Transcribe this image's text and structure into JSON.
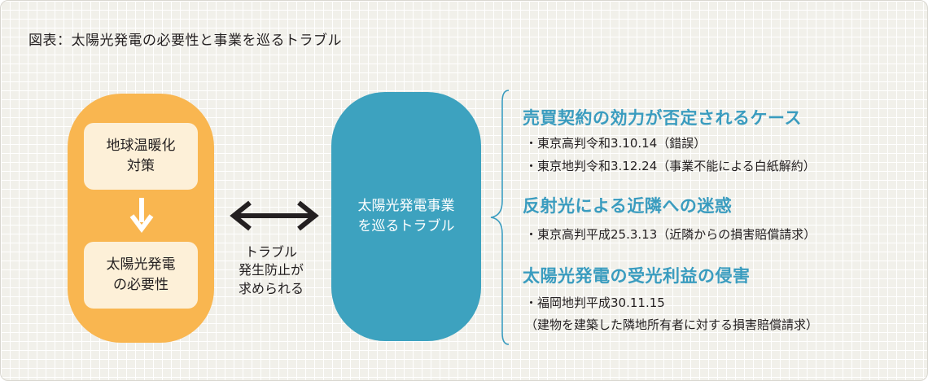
{
  "title": "図表：太陽光発電の必要性と事業を巡るトラブル",
  "left_group": {
    "top_box": [
      "地球温暖化",
      "対策"
    ],
    "bottom_box": [
      "太陽光発電",
      "の必要性"
    ]
  },
  "connector_text": [
    "トラブル",
    "発生防止が",
    "求められる"
  ],
  "center_pill": [
    "太陽光発電事業",
    "を巡るトラブル"
  ],
  "cases": [
    {
      "heading": "売買契約の効力が否定されるケース",
      "items": [
        "・東京高判令和3.10.14（錯誤）",
        "・東京地判令和3.12.24（事業不能による白紙解約）"
      ]
    },
    {
      "heading": "反射光による近隣への迷惑",
      "items": [
        "・東京高判平成25.3.13（近隣からの損害賠償請求）"
      ]
    },
    {
      "heading": "太陽光発電の受光利益の侵害",
      "items": [
        "・福岡地判平成30.11.15",
        "（建物を建築した隣地所有者に対する損害賠償請求）"
      ]
    }
  ],
  "colors": {
    "orange": "#f9b650",
    "cream": "#fdf0d8",
    "blue": "#3da2bf",
    "heading": "#3a9cbf"
  },
  "icons": {
    "down_arrow": "arrow-down-icon",
    "double_arrow": "double-arrow-icon",
    "brace": "left-brace-icon"
  }
}
